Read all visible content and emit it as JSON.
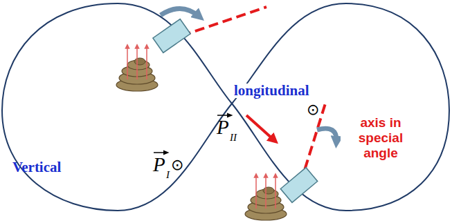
{
  "diagram": {
    "labels": [
      "longitudinal",
      "Vertical",
      "P",
      "I",
      "⊙",
      "P",
      "II",
      "axis in special angle",
      "⊙"
    ]
  }
}
